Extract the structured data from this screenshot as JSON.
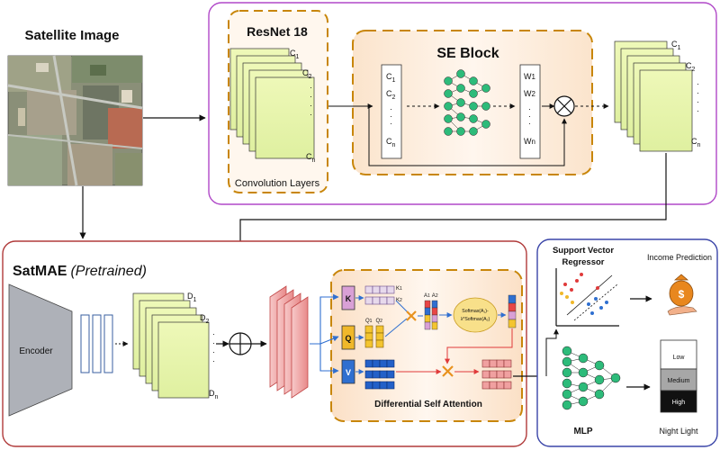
{
  "satellite": {
    "title": "Satellite Image"
  },
  "resnet": {
    "title": "ResNet 18",
    "caption": "Convolution Layers",
    "channels": [
      "C",
      "1",
      "C",
      "2",
      "C",
      "n"
    ]
  },
  "se_block": {
    "title": "SE Block",
    "input_labels": [
      "C",
      "1",
      "C",
      "2",
      "C",
      "n"
    ],
    "weight_labels": [
      "W",
      "1",
      "W",
      "2",
      "W",
      "n"
    ]
  },
  "output_channels": [
    "C",
    "1",
    "C",
    "2",
    "C",
    "n"
  ],
  "satmae": {
    "title": "SatMAE",
    "subtitle": "(Pretrained)",
    "encoder_label": "Encoder",
    "dims": [
      "D",
      "1",
      "D",
      "2",
      "D",
      "n"
    ]
  },
  "attention": {
    "caption": "Differential Self Attention",
    "k_label": "K",
    "q_label": "Q",
    "v_label": "V",
    "k_sub": [
      "K",
      "1",
      "K",
      "2"
    ],
    "q_sub": [
      "Q",
      "1",
      "Q",
      "2"
    ],
    "a_sub": [
      "A",
      "1",
      "A",
      "2"
    ],
    "softmax_1": "Softmax(A₁)-",
    "softmax_2": "λ*Softmax(A₂)"
  },
  "outputs": {
    "svr_title_1": "Support Vector",
    "svr_title_2": "Regressor",
    "income_label": "Income Prediction",
    "mlp_label": "MLP",
    "night_label": "Night Light",
    "scale_low": "Low",
    "scale_medium": "Medium",
    "scale_high": "High"
  },
  "colors": {
    "top_border": "#b048c8",
    "bottom_left_border": "#b03a3a",
    "bottom_right_border": "#3a45a8",
    "dashed_orange": "#c8860a",
    "layer_fill": "#e6f4a8",
    "k_fill": "#d9a0d6",
    "q_fill": "#f0b82a",
    "v_fill": "#2f6fd0",
    "node_green": "#2dbb7a",
    "red_accent": "#e03a3a"
  }
}
